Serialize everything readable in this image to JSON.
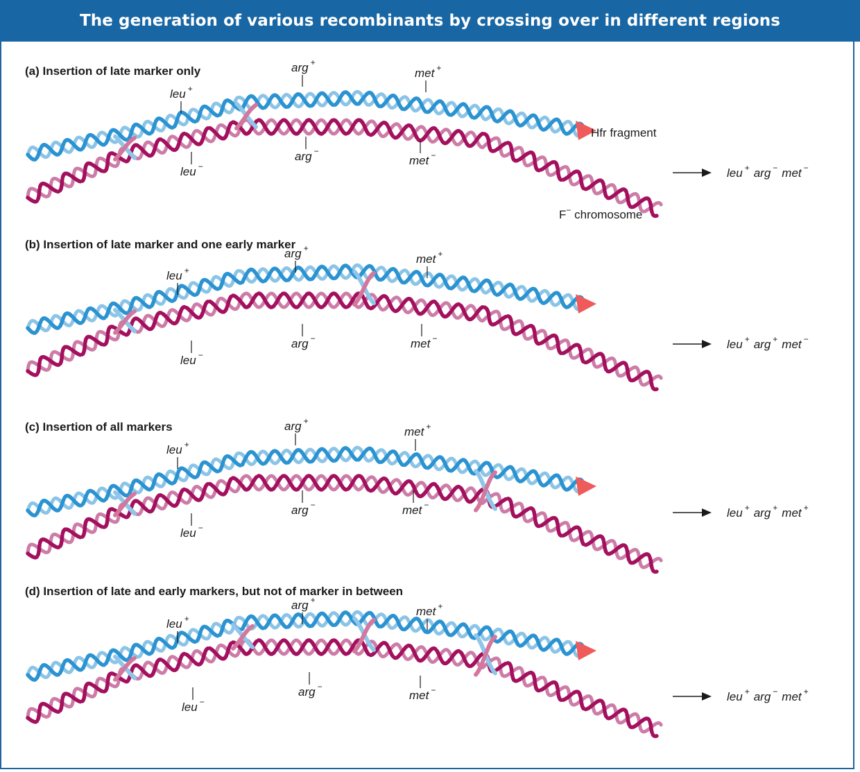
{
  "header": {
    "title": "The generation of various recombinants by crossing over in different regions"
  },
  "colors": {
    "banner": "#1866a3",
    "hfr_strand": "#2b93d1",
    "f_strand": "#a3105e",
    "crossover_blue": "#8fc6ea",
    "crossover_magenta": "#d2789f",
    "arrowhead": "#ef5a5a"
  },
  "labels": {
    "hfr_fragment": "Hfr fragment",
    "f_chromosome_prefix": "F",
    "f_chromosome_sup": "−",
    "f_chromosome_suffix": " chromosome"
  },
  "panels": [
    {
      "id": "a",
      "title": "(a) Insertion of late marker only",
      "markers": {
        "hfr": [
          {
            "name": "leu",
            "sign": "+"
          },
          {
            "name": "arg",
            "sign": "+"
          },
          {
            "name": "met",
            "sign": "+"
          }
        ],
        "f": [
          {
            "name": "leu",
            "sign": "−"
          },
          {
            "name": "arg",
            "sign": "−"
          },
          {
            "name": "met",
            "sign": "−"
          }
        ]
      },
      "result": [
        {
          "name": "leu",
          "sign": "+"
        },
        {
          "name": "arg",
          "sign": "−"
        },
        {
          "name": "met",
          "sign": "−"
        }
      ]
    },
    {
      "id": "b",
      "title": "(b) Insertion of late marker and one early marker",
      "markers": {
        "hfr": [
          {
            "name": "leu",
            "sign": "+"
          },
          {
            "name": "arg",
            "sign": "+"
          },
          {
            "name": "met",
            "sign": "+"
          }
        ],
        "f": [
          {
            "name": "leu",
            "sign": "−"
          },
          {
            "name": "arg",
            "sign": "−"
          },
          {
            "name": "met",
            "sign": "−"
          }
        ]
      },
      "result": [
        {
          "name": "leu",
          "sign": "+"
        },
        {
          "name": "arg",
          "sign": "+"
        },
        {
          "name": "met",
          "sign": "−"
        }
      ]
    },
    {
      "id": "c",
      "title": "(c) Insertion of all markers",
      "markers": {
        "hfr": [
          {
            "name": "leu",
            "sign": "+"
          },
          {
            "name": "arg",
            "sign": "+"
          },
          {
            "name": "met",
            "sign": "+"
          }
        ],
        "f": [
          {
            "name": "leu",
            "sign": "−"
          },
          {
            "name": "arg",
            "sign": "−"
          },
          {
            "name": "met",
            "sign": "−"
          }
        ]
      },
      "result": [
        {
          "name": "leu",
          "sign": "+"
        },
        {
          "name": "arg",
          "sign": "+"
        },
        {
          "name": "met",
          "sign": "+"
        }
      ]
    },
    {
      "id": "d",
      "title": "(d) Insertion of late and early markers, but not of marker in between",
      "markers": {
        "hfr": [
          {
            "name": "leu",
            "sign": "+"
          },
          {
            "name": "arg",
            "sign": "+"
          },
          {
            "name": "met",
            "sign": "+"
          }
        ],
        "f": [
          {
            "name": "leu",
            "sign": "−"
          },
          {
            "name": "arg",
            "sign": "−"
          },
          {
            "name": "met",
            "sign": "−"
          }
        ]
      },
      "result": [
        {
          "name": "leu",
          "sign": "+"
        },
        {
          "name": "arg",
          "sign": "−"
        },
        {
          "name": "met",
          "sign": "+"
        }
      ]
    }
  ]
}
